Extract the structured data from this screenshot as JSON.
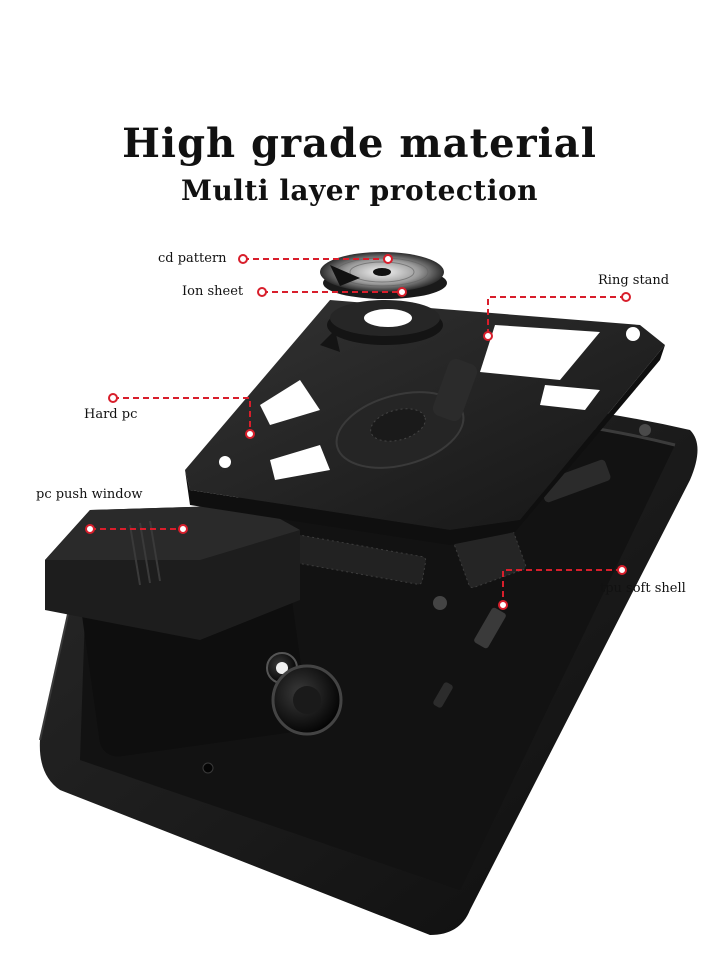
{
  "headline": "High grade material",
  "subheadline": "Multi layer protection",
  "callouts": {
    "cd_pattern": "cd pattern",
    "ion_sheet": "Ion sheet",
    "ring_stand": "Ring stand",
    "hard_pc": "Hard pc",
    "pc_push_window": "pc push window",
    "tpu_soft_shell": "tpu soft shell"
  },
  "colors": {
    "accent": "#d81e2b",
    "case": "#1b1b1b",
    "background": "#ffffff"
  }
}
